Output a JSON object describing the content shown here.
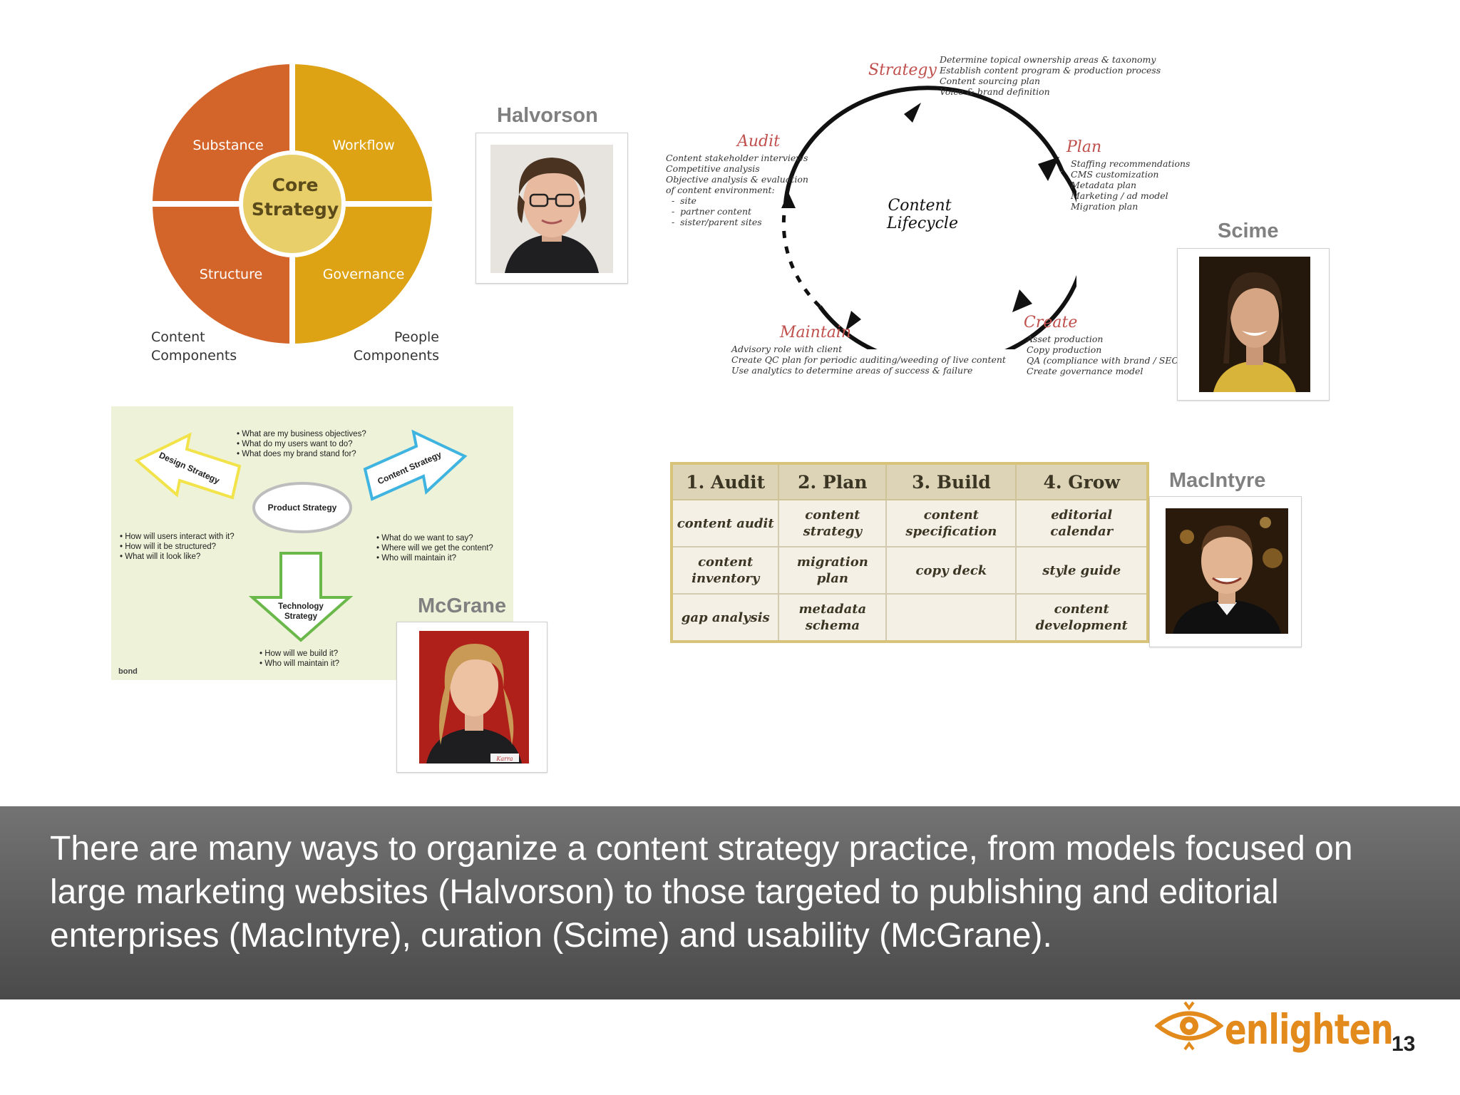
{
  "halvorson": {
    "name": "Halvorson",
    "quadrants": [
      "Substance",
      "Workflow",
      "Structure",
      "Governance"
    ],
    "core": [
      "Core",
      "Strategy"
    ],
    "bottom_left": [
      "Content",
      "Components"
    ],
    "bottom_right": [
      "People",
      "Components"
    ],
    "colors": {
      "orange": "#d4652a",
      "gold": "#dea314",
      "core": "#e8cf6a"
    }
  },
  "scime": {
    "name": "Scime",
    "center": [
      "Content",
      "Lifecycle"
    ],
    "stages": {
      "strategy": {
        "title": "Strategy",
        "notes": "Determine topical ownership areas & taxonomy\nEstablish content program & production process\nContent sourcing plan\nVoice & brand definition"
      },
      "plan": {
        "title": "Plan",
        "notes": "Staffing recommendations\nCMS customization\nMetadata plan\nMarketing / ad model\nMigration plan"
      },
      "create": {
        "title": "Create",
        "notes": "Asset production\nCopy production\nQA (compliance with brand / SEO)\nCreate governance model"
      },
      "maintain": {
        "title": "Maintain",
        "notes": "Advisory role with client\nCreate QC plan for periodic auditing/weeding of live content\nUse analytics to determine areas of success & failure"
      },
      "audit": {
        "title": "Audit",
        "notes": "Content stakeholder interviews\nCompetitive analysis\nObjective analysis & evaluation\nof content environment:\n  -  site\n  -  partner content\n  -  sister/parent sites"
      }
    }
  },
  "mcgrane": {
    "name": "McGrane",
    "design": "Design Strategy",
    "content": "Content Strategy",
    "product": "Product Strategy",
    "tech": [
      "Technology",
      "Strategy"
    ],
    "q_top": "• What are my business objectives?\n• What do my users want to do?\n• What does my brand stand for?",
    "q_left": "• How will users interact with it?\n• How will it be structured?\n• What will it look like?",
    "q_right": "• What do we want to say?\n• Where will we get the content?\n• Who will maintain it?",
    "q_bottom": "• How will we build it?\n• Who will maintain it?",
    "brand": "bond",
    "badge": "Karra"
  },
  "macintyre": {
    "name": "MacIntyre",
    "headers": [
      "1. Audit",
      "2. Plan",
      "3. Build",
      "4. Grow"
    ],
    "rows": [
      [
        "content audit",
        "content strategy",
        "content specification",
        "editorial calendar"
      ],
      [
        "content inventory",
        "migration plan",
        "copy deck",
        "style guide"
      ],
      [
        "gap analysis",
        "metadata schema",
        "",
        "content development"
      ]
    ]
  },
  "banner_text": "There are many ways to organize a content strategy practice, from models focused on large marketing websites (Halvorson) to those targeted to publishing and editorial enterprises (MacIntyre), curation (Scime) and usability (McGrane).",
  "logo": "enlighten",
  "page_number": "13",
  "icons": [
    "enlighten-eye-icon"
  ]
}
